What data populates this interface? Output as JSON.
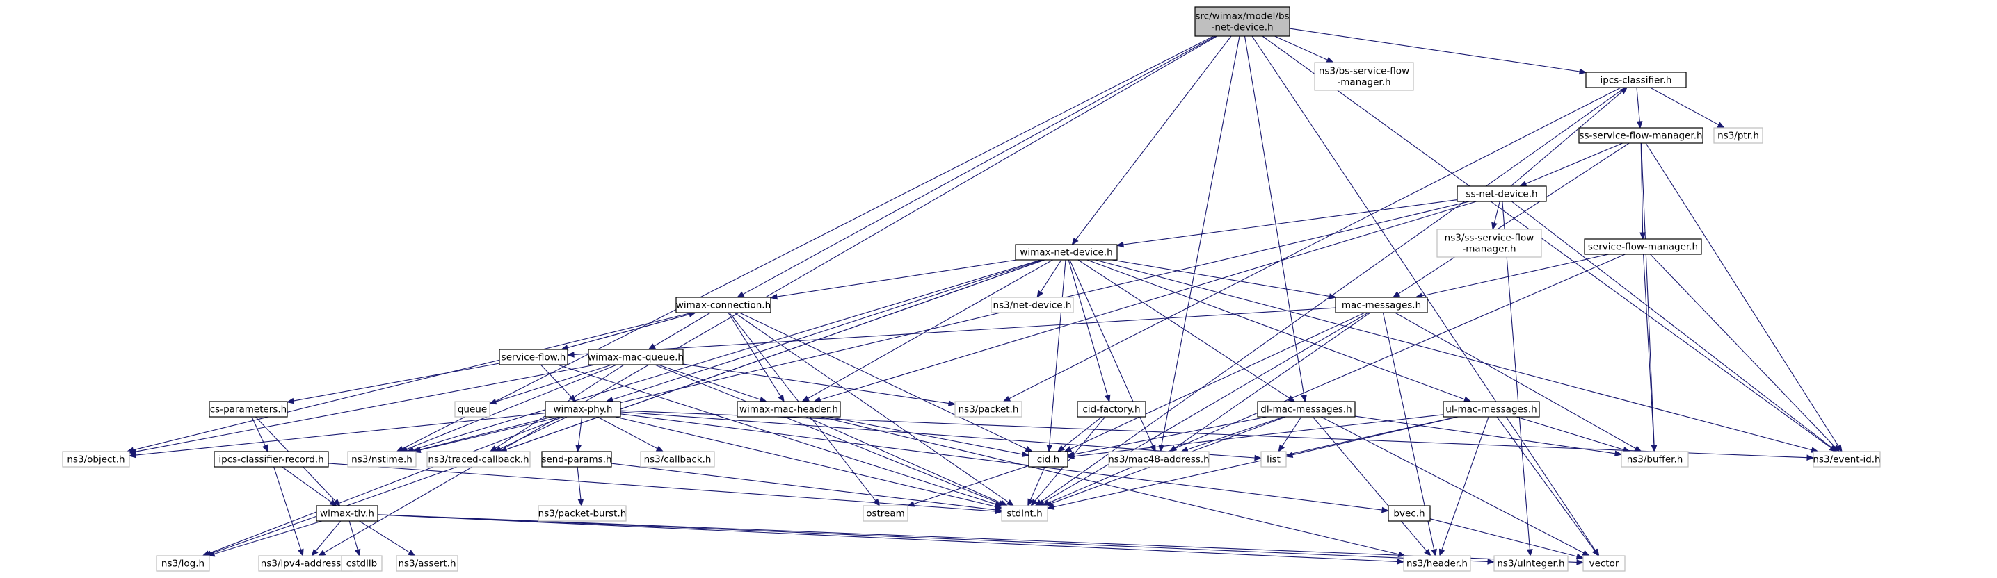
{
  "title": "src/wimax/model/bs-net-device.h",
  "colors": {
    "root_fill": "#bfbfbf",
    "root_stroke": "#000000",
    "node_stroke": "#000000",
    "external_stroke": "#bfbfbf",
    "edge": "#191970"
  },
  "nodes": {
    "root": {
      "lines": [
        "src/wimax/model/bs",
        "-net-device.h"
      ],
      "kind": "root"
    },
    "bssfm": {
      "lines": [
        "ns3/bs-service-flow",
        "-manager.h"
      ],
      "kind": "external"
    },
    "ipcs": {
      "lines": [
        "ipcs-classifier.h"
      ],
      "kind": "internal"
    },
    "ptr": {
      "lines": [
        "ns3/ptr.h"
      ],
      "kind": "external"
    },
    "sssfm": {
      "lines": [
        "ss-service-flow-manager.h"
      ],
      "kind": "internal"
    },
    "ssnd": {
      "lines": [
        "ss-net-device.h"
      ],
      "kind": "internal"
    },
    "sssfm2": {
      "lines": [
        "ns3/ss-service-flow",
        "-manager.h"
      ],
      "kind": "external"
    },
    "sfm": {
      "lines": [
        "service-flow-manager.h"
      ],
      "kind": "internal"
    },
    "wnd": {
      "lines": [
        "wimax-net-device.h"
      ],
      "kind": "internal"
    },
    "netdev": {
      "lines": [
        "ns3/net-device.h"
      ],
      "kind": "external"
    },
    "wconn": {
      "lines": [
        "wimax-connection.h"
      ],
      "kind": "internal"
    },
    "macmsg": {
      "lines": [
        "mac-messages.h"
      ],
      "kind": "internal"
    },
    "sflow": {
      "lines": [
        "service-flow.h"
      ],
      "kind": "internal"
    },
    "wmq": {
      "lines": [
        "wimax-mac-queue.h"
      ],
      "kind": "internal"
    },
    "csparam": {
      "lines": [
        "cs-parameters.h"
      ],
      "kind": "internal"
    },
    "queue": {
      "lines": [
        "queue"
      ],
      "kind": "external"
    },
    "wphy": {
      "lines": [
        "wimax-phy.h"
      ],
      "kind": "internal"
    },
    "wmh": {
      "lines": [
        "wimax-mac-header.h"
      ],
      "kind": "internal"
    },
    "packet": {
      "lines": [
        "ns3/packet.h"
      ],
      "kind": "external"
    },
    "cidfac": {
      "lines": [
        "cid-factory.h"
      ],
      "kind": "internal"
    },
    "dlmac": {
      "lines": [
        "dl-mac-messages.h"
      ],
      "kind": "internal"
    },
    "ulmac": {
      "lines": [
        "ul-mac-messages.h"
      ],
      "kind": "internal"
    },
    "object": {
      "lines": [
        "ns3/object.h"
      ],
      "kind": "external"
    },
    "nstime": {
      "lines": [
        "ns3/nstime.h"
      ],
      "kind": "external"
    },
    "traced": {
      "lines": [
        "ns3/traced-callback.h"
      ],
      "kind": "external"
    },
    "ipcsrec": {
      "lines": [
        "ipcs-classifier-record.h"
      ],
      "kind": "internal"
    },
    "sendp": {
      "lines": [
        "send-params.h"
      ],
      "kind": "internal"
    },
    "callback": {
      "lines": [
        "ns3/callback.h"
      ],
      "kind": "external"
    },
    "cid": {
      "lines": [
        "cid.h"
      ],
      "kind": "internal"
    },
    "mac48": {
      "lines": [
        "ns3/mac48-address.h"
      ],
      "kind": "external"
    },
    "list": {
      "lines": [
        "list"
      ],
      "kind": "external"
    },
    "buffer": {
      "lines": [
        "ns3/buffer.h"
      ],
      "kind": "external"
    },
    "eventid": {
      "lines": [
        "ns3/event-id.h"
      ],
      "kind": "external"
    },
    "wtlv": {
      "lines": [
        "wimax-tlv.h"
      ],
      "kind": "internal"
    },
    "pburst": {
      "lines": [
        "ns3/packet-burst.h"
      ],
      "kind": "external"
    },
    "ostream": {
      "lines": [
        "ostream"
      ],
      "kind": "external"
    },
    "stdint": {
      "lines": [
        "stdint.h"
      ],
      "kind": "external"
    },
    "bvec": {
      "lines": [
        "bvec.h"
      ],
      "kind": "internal"
    },
    "log": {
      "lines": [
        "ns3/log.h"
      ],
      "kind": "external"
    },
    "ipv4": {
      "lines": [
        "ns3/ipv4-address.h"
      ],
      "kind": "external"
    },
    "cstdlib": {
      "lines": [
        "cstdlib"
      ],
      "kind": "external"
    },
    "assert": {
      "lines": [
        "ns3/assert.h"
      ],
      "kind": "external"
    },
    "header": {
      "lines": [
        "ns3/header.h"
      ],
      "kind": "external"
    },
    "uinteger": {
      "lines": [
        "ns3/uinteger.h"
      ],
      "kind": "external"
    },
    "vector": {
      "lines": [
        "vector"
      ],
      "kind": "external"
    }
  },
  "edges": [
    [
      "root",
      "bssfm"
    ],
    [
      "root",
      "ipcs"
    ],
    [
      "root",
      "wnd"
    ],
    [
      "root",
      "wconn"
    ],
    [
      "root",
      "dlmac"
    ],
    [
      "root",
      "mac48"
    ],
    [
      "root",
      "eventid"
    ],
    [
      "root",
      "nstime"
    ],
    [
      "root",
      "ipv4"
    ],
    [
      "root",
      "vector"
    ],
    [
      "ipcs",
      "sssfm"
    ],
    [
      "ipcs",
      "ptr"
    ],
    [
      "ipcs",
      "packet"
    ],
    [
      "ipcs",
      "stdint"
    ],
    [
      "sssfm",
      "ssnd"
    ],
    [
      "sssfm",
      "sfm"
    ],
    [
      "sssfm",
      "macmsg"
    ],
    [
      "sssfm",
      "buffer"
    ],
    [
      "sssfm",
      "eventid"
    ],
    [
      "ssnd",
      "ipcs"
    ],
    [
      "ssnd",
      "sssfm2"
    ],
    [
      "ssnd",
      "wnd"
    ],
    [
      "ssnd",
      "nstime"
    ],
    [
      "ssnd",
      "wmh"
    ],
    [
      "ssnd",
      "eventid"
    ],
    [
      "ssnd",
      "uinteger"
    ],
    [
      "sfm",
      "macmsg"
    ],
    [
      "sfm",
      "buffer"
    ],
    [
      "sfm",
      "eventid"
    ],
    [
      "sfm",
      "stdint"
    ],
    [
      "wnd",
      "netdev"
    ],
    [
      "wnd",
      "wconn"
    ],
    [
      "wnd",
      "macmsg"
    ],
    [
      "wnd",
      "wphy"
    ],
    [
      "wnd",
      "wmh"
    ],
    [
      "wnd",
      "cidfac"
    ],
    [
      "wnd",
      "dlmac"
    ],
    [
      "wnd",
      "ulmac"
    ],
    [
      "wnd",
      "cid"
    ],
    [
      "wnd",
      "mac48"
    ],
    [
      "wnd",
      "nstime"
    ],
    [
      "wnd",
      "traced"
    ],
    [
      "wnd",
      "log"
    ],
    [
      "wnd",
      "eventid"
    ],
    [
      "wconn",
      "sflow"
    ],
    [
      "wconn",
      "wmq"
    ],
    [
      "wconn",
      "wmh"
    ],
    [
      "wconn",
      "cid"
    ],
    [
      "wconn",
      "object"
    ],
    [
      "wconn",
      "stdint"
    ],
    [
      "wconn",
      "ostream"
    ],
    [
      "macmsg",
      "sflow"
    ],
    [
      "macmsg",
      "cid"
    ],
    [
      "macmsg",
      "mac48"
    ],
    [
      "macmsg",
      "buffer"
    ],
    [
      "macmsg",
      "stdint"
    ],
    [
      "macmsg",
      "header"
    ],
    [
      "sflow",
      "wconn"
    ],
    [
      "sflow",
      "csparam"
    ],
    [
      "sflow",
      "wphy"
    ],
    [
      "sflow",
      "stdint"
    ],
    [
      "wmq",
      "queue"
    ],
    [
      "wmq",
      "packet"
    ],
    [
      "wmq",
      "wmh"
    ],
    [
      "wmq",
      "object"
    ],
    [
      "wmq",
      "nstime"
    ],
    [
      "wmq",
      "traced"
    ],
    [
      "wmq",
      "stdint"
    ],
    [
      "csparam",
      "ipcsrec"
    ],
    [
      "csparam",
      "wtlv"
    ],
    [
      "wphy",
      "object"
    ],
    [
      "wphy",
      "nstime"
    ],
    [
      "wphy",
      "traced"
    ],
    [
      "wphy",
      "sendp"
    ],
    [
      "wphy",
      "callback"
    ],
    [
      "wphy",
      "stdint"
    ],
    [
      "wphy",
      "list"
    ],
    [
      "wphy",
      "bvec"
    ],
    [
      "wphy",
      "eventid"
    ],
    [
      "wphy",
      "log"
    ],
    [
      "wmh",
      "cid"
    ],
    [
      "wmh",
      "stdint"
    ],
    [
      "wmh",
      "header"
    ],
    [
      "cidfac",
      "cid"
    ],
    [
      "cidfac",
      "stdint"
    ],
    [
      "dlmac",
      "cid"
    ],
    [
      "dlmac",
      "mac48"
    ],
    [
      "dlmac",
      "list"
    ],
    [
      "dlmac",
      "buffer"
    ],
    [
      "dlmac",
      "stdint"
    ],
    [
      "dlmac",
      "header"
    ],
    [
      "dlmac",
      "vector"
    ],
    [
      "ulmac",
      "cid"
    ],
    [
      "ulmac",
      "list"
    ],
    [
      "ulmac",
      "buffer"
    ],
    [
      "ulmac",
      "stdint"
    ],
    [
      "ulmac",
      "header"
    ],
    [
      "ulmac",
      "vector"
    ],
    [
      "ipcsrec",
      "wtlv"
    ],
    [
      "ipcsrec",
      "ipv4"
    ],
    [
      "ipcsrec",
      "stdint"
    ],
    [
      "sendp",
      "pburst"
    ],
    [
      "sendp",
      "stdint"
    ],
    [
      "cid",
      "ostream"
    ],
    [
      "cid",
      "stdint"
    ],
    [
      "bvec",
      "vector"
    ],
    [
      "wtlv",
      "log"
    ],
    [
      "wtlv",
      "ipv4"
    ],
    [
      "wtlv",
      "cstdlib"
    ],
    [
      "wtlv",
      "assert"
    ],
    [
      "wtlv",
      "header"
    ],
    [
      "wtlv",
      "uinteger"
    ],
    [
      "wtlv",
      "vector"
    ]
  ]
}
